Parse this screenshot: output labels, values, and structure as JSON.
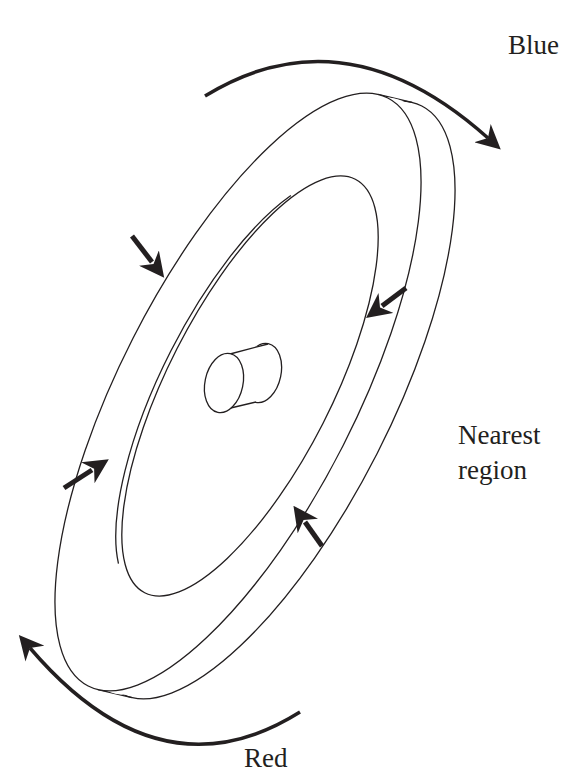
{
  "diagram": {
    "labels": [
      "Blue",
      "Nearest region",
      "Red"
    ]
  }
}
